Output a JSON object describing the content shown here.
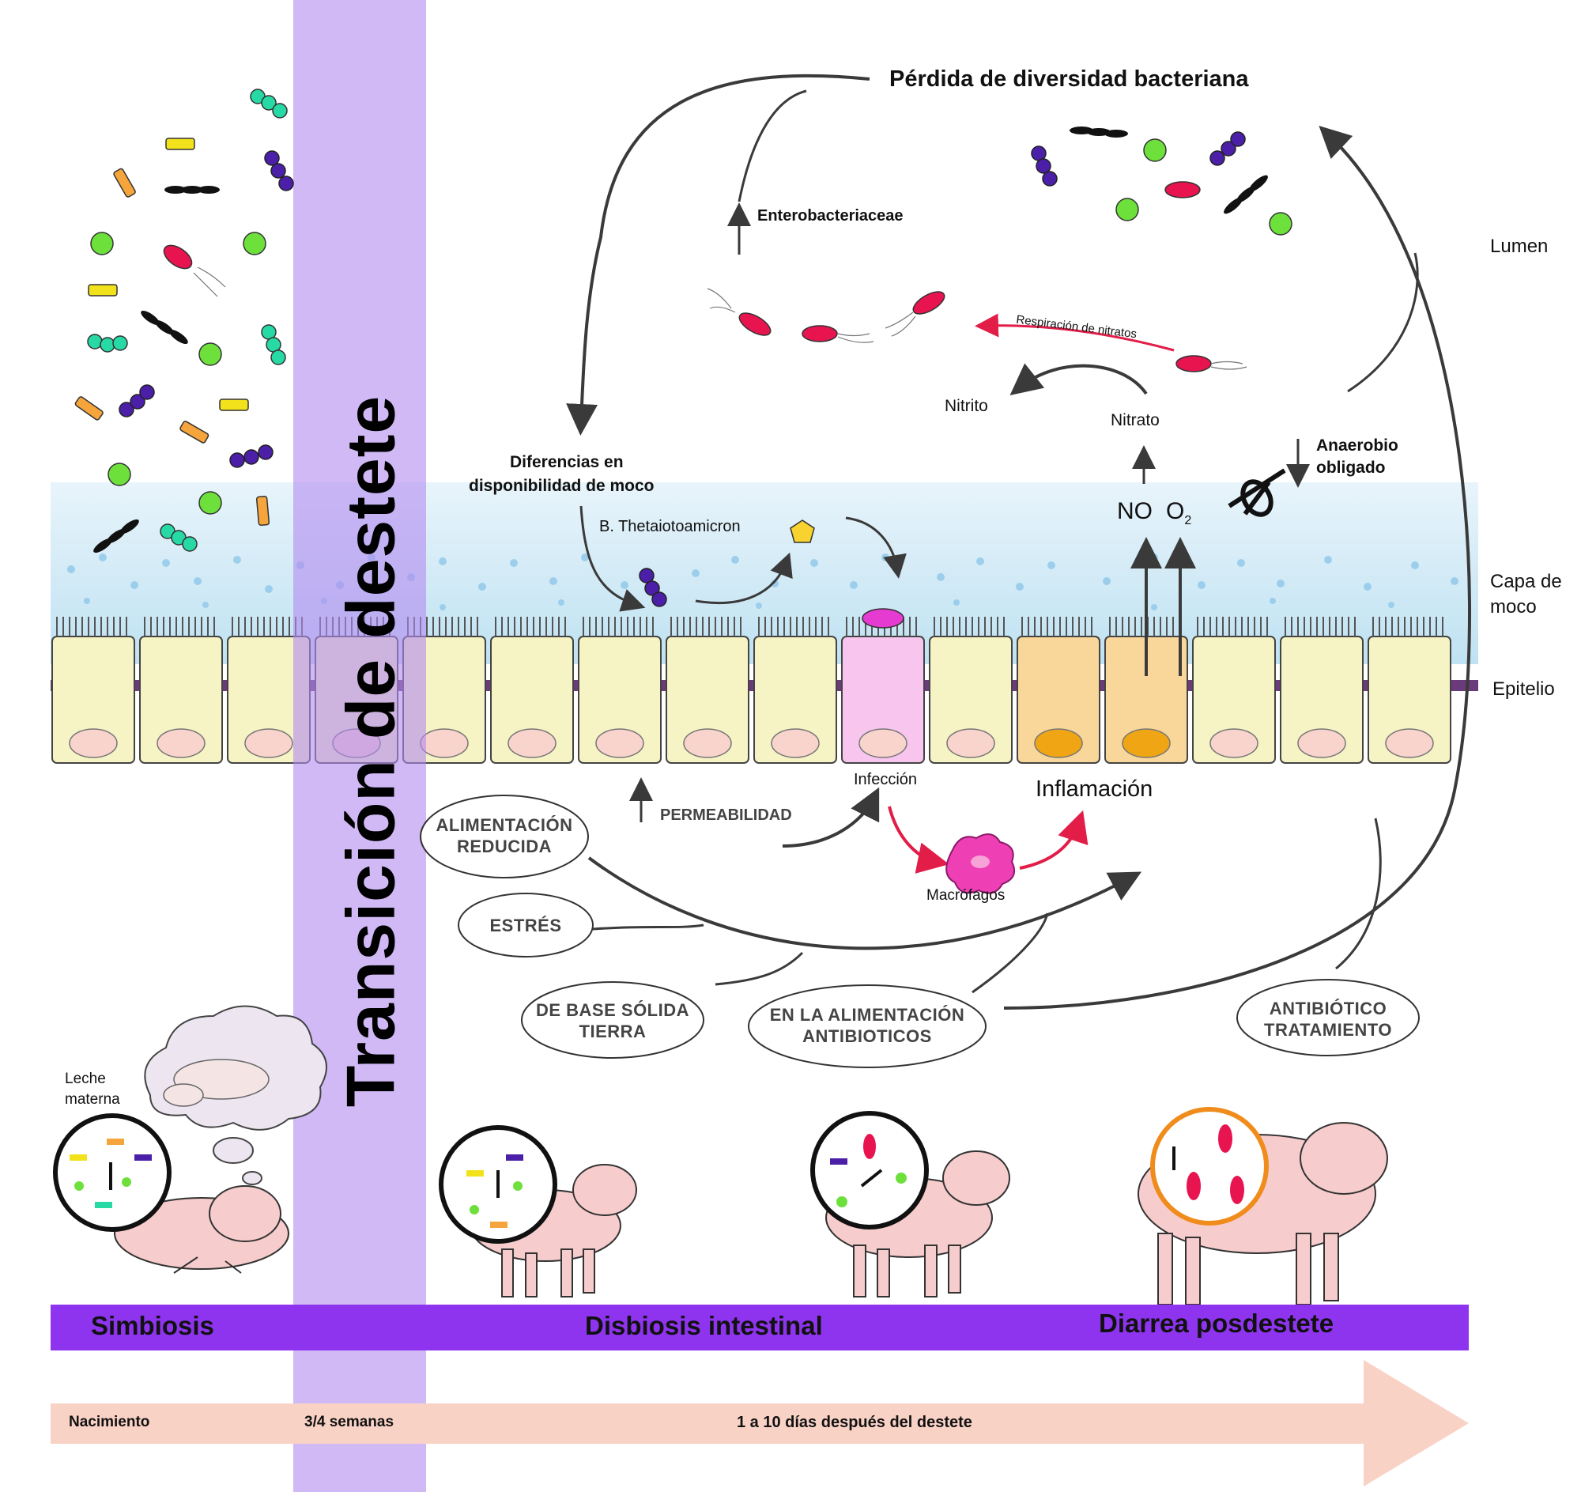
{
  "title": "Pérdida de diversidad bacteriana",
  "vertical_title": "Transición de destete",
  "layers": {
    "lumen": "Lumen",
    "mucus": "Capa de moco",
    "epithelium": "Epitelio"
  },
  "labels": {
    "enterobacteriaceae": "Enterobacteriaceae",
    "nitrate_respiration": "Respiración de nitratos",
    "nitrite": "Nitrito",
    "nitrate": "Nitrato",
    "obligate_anaerobe_1": "Anaerobio",
    "obligate_anaerobe_2": "obligado",
    "mucus_diff_1": "Diferencias en",
    "mucus_diff_2": "disponibilidad de moco",
    "bthetaio": "B. Thetaiotoamicron",
    "no": "NO",
    "o2": "O",
    "o2_sub": "2",
    "infection": "Infección",
    "inflammation": "Inflamación",
    "permeability": "PERMEABILIDAD",
    "macrophages": "Macrófagos",
    "mother_milk_1": "Leche",
    "mother_milk_2": "materna"
  },
  "factors": {
    "reduced_feed_1": "ALIMENTACIÓN",
    "reduced_feed_2": "REDUCIDA",
    "stress": "ESTRÉS",
    "solid_base_1": "DE BASE SÓLIDA",
    "solid_base_2": "TIERRA",
    "feed_antibiotics_1": "EN LA ALIMENTACIÓN",
    "feed_antibiotics_2": "ANTIBIOTICOS",
    "antibiotic_treatment_1": "ANTIBIÓTICO",
    "antibiotic_treatment_2": "TRATAMIENTO"
  },
  "stages": {
    "symbiosis": "Simbiosis",
    "dysbiosis": "Disbiosis intestinal",
    "diarrhea": "Diarrea posdestete"
  },
  "timeline": {
    "birth": "Nacimiento",
    "weeks": "3/4 semanas",
    "days": "1 a 10 días después del destete"
  },
  "colors": {
    "stage_bar": "#8e34ee",
    "weaning_band": "#c9a2f4",
    "timeline_arrow": "#f9d2c6",
    "mucus": "#d4ecf6",
    "epithelial_cell": "#f6f3c4",
    "infected_cell": "#f8c5ee",
    "inflamed_cell": "#f9d79a",
    "red_arrow": "#e11d48"
  }
}
